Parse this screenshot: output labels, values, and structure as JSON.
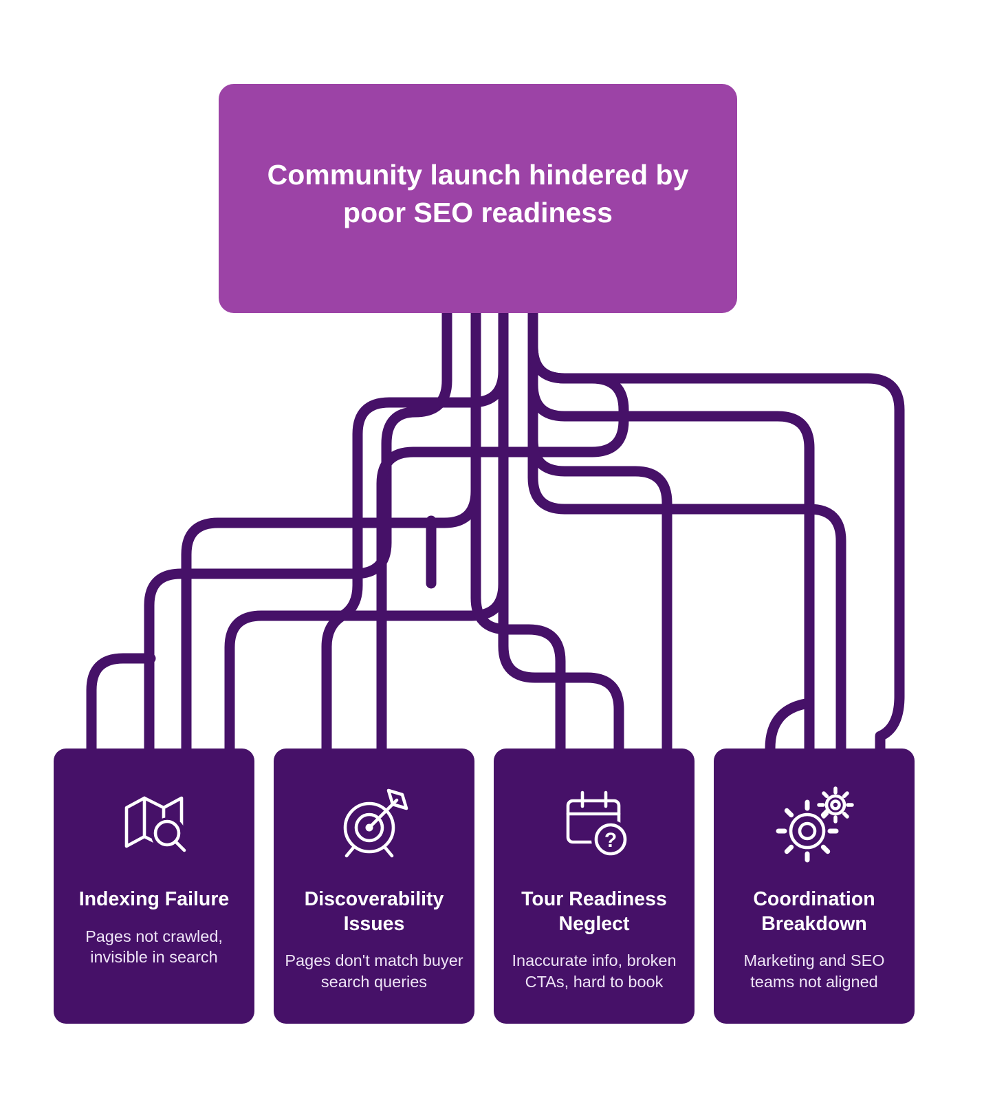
{
  "root": {
    "title": "Community launch hindered by poor SEO readiness"
  },
  "cards": [
    {
      "title": "Indexing Failure",
      "subtitle": "Pages not crawled, invisible in search",
      "icon": "map-search-icon"
    },
    {
      "title": "Discoverability Issues",
      "subtitle": "Pages don't match buyer search queries",
      "icon": "target-arrow-icon"
    },
    {
      "title": "Tour Readiness Neglect",
      "subtitle": "Inaccurate info, broken CTAs, hard to book",
      "icon": "calendar-question-icon"
    },
    {
      "title": "Coordination Breakdown",
      "subtitle": "Marketing and SEO teams not aligned",
      "icon": "gears-icon"
    }
  ],
  "icon_glyphs": {
    "question_mark": "?"
  },
  "colors": {
    "root_box": "#9c43a6",
    "card_and_wires": "#461168",
    "background": "#ffffff",
    "title_text": "#ffffff",
    "subtitle_text": "#eee4f6"
  }
}
